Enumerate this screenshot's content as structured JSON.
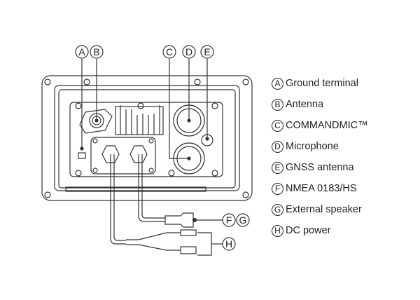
{
  "callouts": {
    "A": "A",
    "B": "B",
    "C": "C",
    "D": "D",
    "E": "E",
    "F": "F",
    "G": "G",
    "H": "H"
  },
  "legend": {
    "items": [
      {
        "letter": "A",
        "label": "Ground terminal"
      },
      {
        "letter": "B",
        "label": "Antenna"
      },
      {
        "letter": "C",
        "label": "COMMANDMIC™"
      },
      {
        "letter": "D",
        "label": "Microphone"
      },
      {
        "letter": "E",
        "label": "GNSS antenna"
      },
      {
        "letter": "F",
        "label": "NMEA 0183/HS"
      },
      {
        "letter": "G",
        "label": "External speaker"
      },
      {
        "letter": "H",
        "label": "DC power"
      }
    ]
  },
  "colors": {
    "line": "#333333",
    "background": "#ffffff"
  }
}
